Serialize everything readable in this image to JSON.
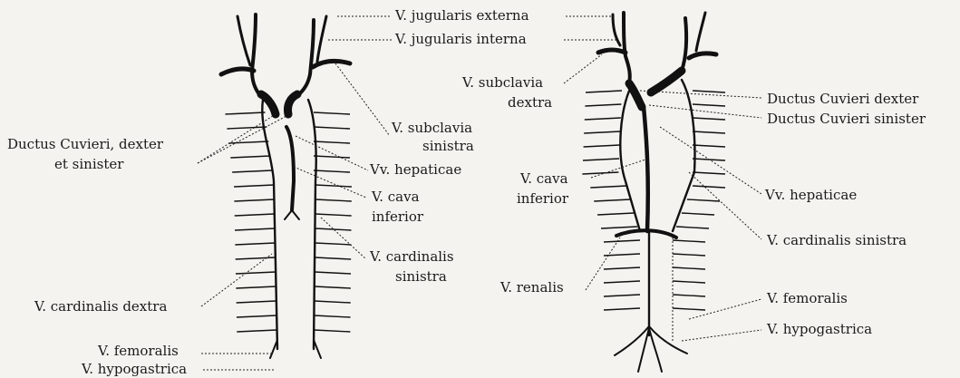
{
  "figure": {
    "left_panel": {
      "labels": {
        "jugularis_externa": "V. jugularis externa",
        "jugularis_interna": "V. jugularis interna",
        "ductus_line1": "Ductus Cuvieri, dexter",
        "ductus_line2": "et sinister",
        "subclavia_line1": "V. subclavia",
        "subclavia_line2": "sinistra",
        "hepaticae": "Vv. hepaticae",
        "cava_line1": "V. cava",
        "cava_line2": "inferior",
        "cardinalis_sinistra_line1": "V. cardinalis",
        "cardinalis_sinistra_line2": "sinistra",
        "cardinalis_dextra": "V. cardinalis dextra",
        "femoralis": "V. femoralis",
        "hypogastrica": "V. hypogastrica"
      }
    },
    "right_panel": {
      "labels": {
        "subclavia_line1": "V. subclavia",
        "subclavia_line2": "dextra",
        "ductus_dexter": "Ductus Cuvieri dexter",
        "ductus_sinister": "Ductus Cuvieri sinister",
        "cava_line1": "V. cava",
        "cava_line2": "inferior",
        "hepaticae": "Vv. hepaticae",
        "cardinalis_sinistra": "V. cardinalis sinistra",
        "renalis": "V. renalis",
        "femoralis": "V. femoralis",
        "hypogastrica": "V. hypogastrica"
      }
    }
  }
}
